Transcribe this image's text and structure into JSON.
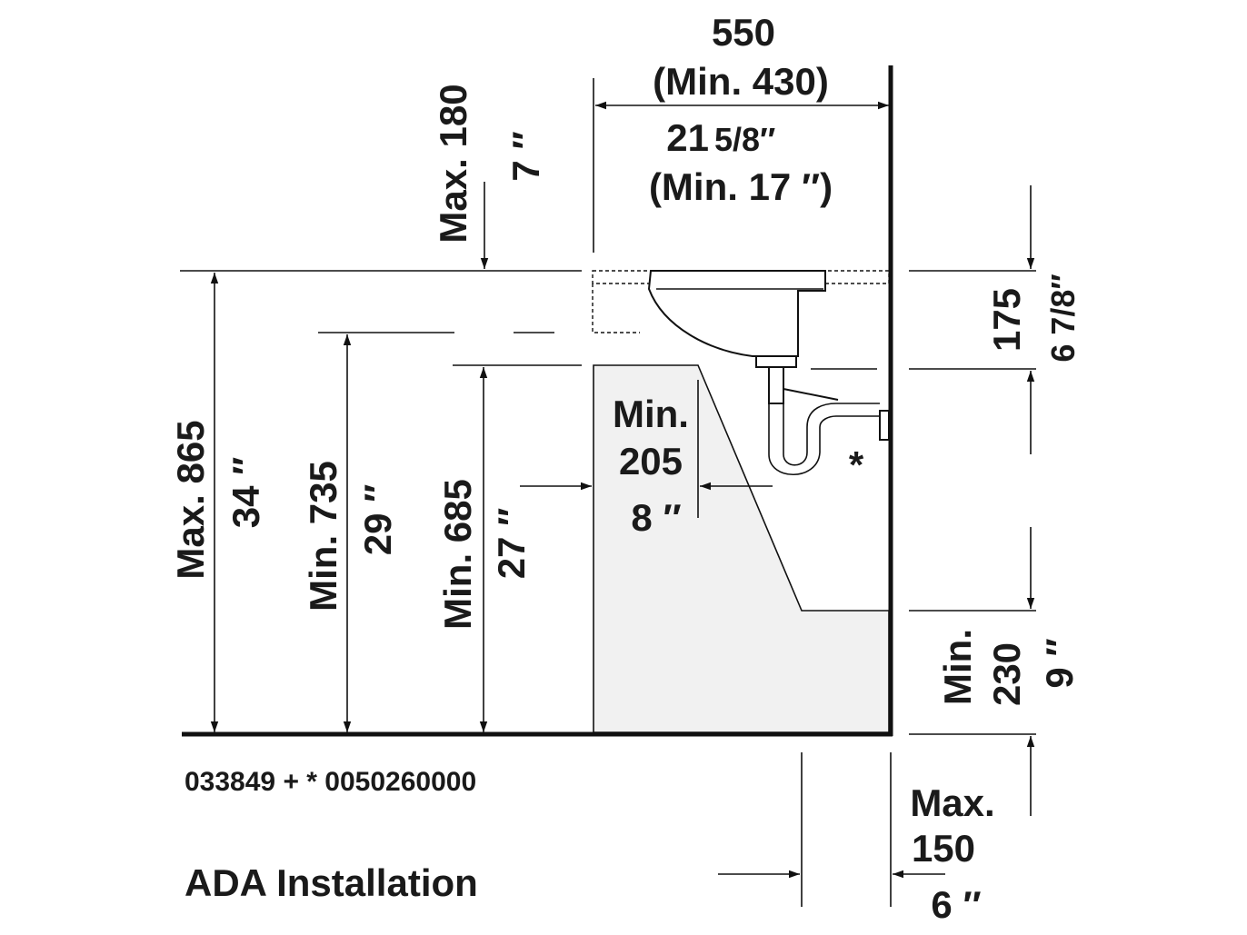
{
  "dimensions": {
    "width_mm": "550",
    "width_min_mm": "(Min. 430)",
    "width_in": "21",
    "width_in_frac": "5/8″",
    "width_min_in": "(Min. 17 ″)",
    "top_clearance_mm": "Max. 180",
    "top_clearance_in": "7 ″",
    "rim_height_mm": "Max. 865",
    "rim_height_in": "34 ″",
    "knee_height_mm": "Min. 735",
    "knee_height_in": "29 ″",
    "toe_height_mm": "Min. 685",
    "toe_height_in": "27 ″",
    "knee_depth_label": "Min.",
    "knee_depth_mm": "205",
    "knee_depth_in": "8 ″",
    "bowl_depth_mm": "175",
    "bowl_depth_in": "6 7/8″",
    "toe_clear_label": "Min.",
    "toe_clear_mm": "230",
    "toe_clear_in": "9 ″",
    "wall_offset_label": "Max.",
    "wall_offset_mm": "150",
    "wall_offset_in": "6 ″"
  },
  "trap_marker": "*",
  "article_numbers": "033849 + * 0050260000",
  "title": "ADA Installation",
  "colors": {
    "line": "#111111",
    "cabinet_fill": "#f1f1f1",
    "text": "#1a1a1a"
  }
}
